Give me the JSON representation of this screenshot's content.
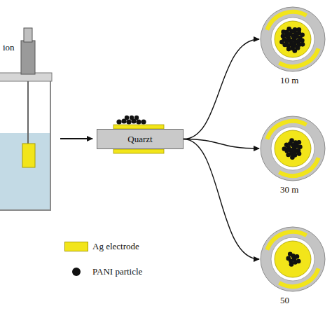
{
  "diagram": {
    "nodes": [
      {
        "text": [
          "Quarzt"
        ]
      },
      {
        "text": [
          "10 m"
        ]
      },
      {
        "text": [
          "30 m"
        ]
      },
      {
        "text": [
          "50"
        ]
      }
    ],
    "edges": [
      {
        "from": 0,
        "to": 1,
        "arrow": "to"
      },
      {
        "from": 0,
        "to": 2,
        "arrow": "to"
      },
      {
        "from": 0,
        "to": 3,
        "arrow": "to"
      }
    ],
    "labels": [
      "ion"
    ],
    "legend": [
      {
        "text": "Ag electrode",
        "color": "#f2e51a"
      },
      {
        "text": "PANI particle"
      }
    ]
  }
}
